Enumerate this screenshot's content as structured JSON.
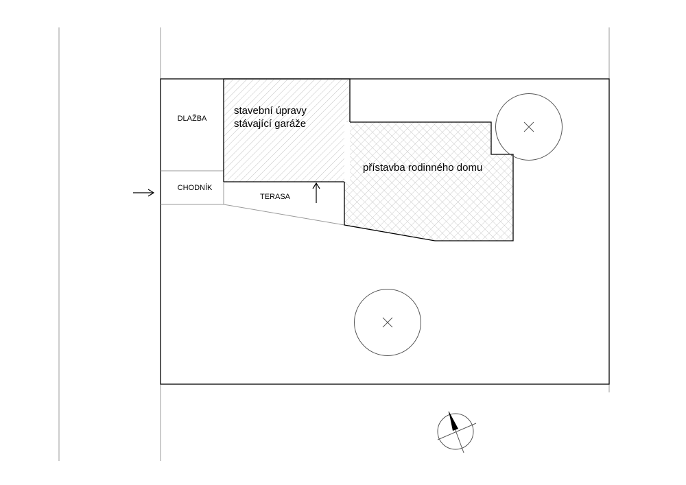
{
  "labels": {
    "dlazba": "DLAŽBA",
    "chodnik": "CHODNÍK",
    "terasa": "TERASA",
    "garage_line1": "stavební úpravy",
    "garage_line2": "stávající garáže",
    "extension": "přístavba rodinného domu"
  },
  "icons": {
    "entrance_arrow": "arrow-right-icon",
    "terrace_arrow": "arrow-up-icon",
    "tree": "tree-symbol-icon",
    "north": "north-arrow-icon"
  },
  "colors": {
    "line": "#000000",
    "thin_line": "#9a9a9a",
    "hatch": "#bdbdbd"
  }
}
